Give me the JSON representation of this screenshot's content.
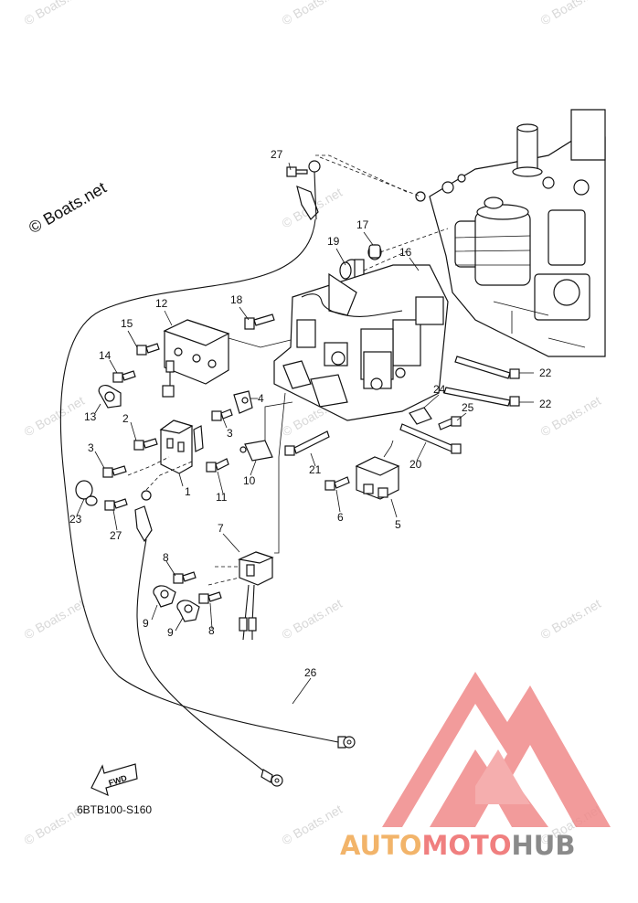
{
  "watermark_main": "© Boats.net",
  "watermark_repeat": "© Boats.net",
  "diagram_code": "6BTB100-S160",
  "fwd_label": "FWD",
  "brand": {
    "part1": "AUTO",
    "part2": "MOTO",
    "part3": "HUB",
    "color_auto": "#f2b46a",
    "color_moto": "#f07f7f",
    "color_hub": "#8a8a8a",
    "logo_color": "#f08a8a"
  },
  "callouts": {
    "c1": "1",
    "c2": "2",
    "c3a": "3",
    "c3b": "3",
    "c4": "4",
    "c5": "5",
    "c6": "6",
    "c7": "7",
    "c8a": "8",
    "c8b": "8",
    "c9a": "9",
    "c9b": "9",
    "c10": "10",
    "c11": "11",
    "c12": "12",
    "c13": "13",
    "c14": "14",
    "c15": "15",
    "c16": "16",
    "c17": "17",
    "c18": "18",
    "c19": "19",
    "c20": "20",
    "c21": "21",
    "c22a": "22",
    "c22b": "22",
    "c23": "23",
    "c24": "24",
    "c25": "25",
    "c26": "26",
    "c27a": "27",
    "c27b": "27"
  }
}
